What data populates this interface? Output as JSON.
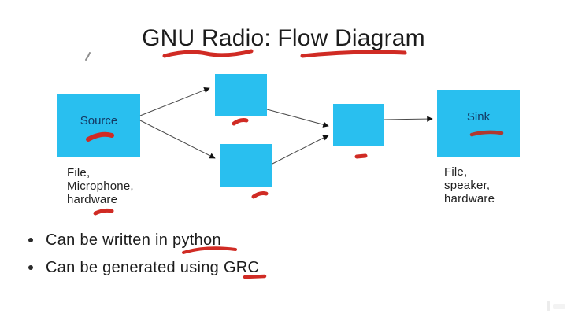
{
  "slide": {
    "title": "GNU Radio: Flow Diagram",
    "nodes": {
      "source": "Source",
      "sink": "Sink"
    },
    "source_caption": [
      "File,",
      "Microphone,",
      "hardware"
    ],
    "sink_caption": [
      "File,",
      "speaker,",
      "hardware"
    ],
    "bullets": [
      "Can be written in python",
      "Can be generated using GRC"
    ],
    "annotations": {
      "underlined_title_words": [
        "Radio",
        "Diagram"
      ],
      "underlined_bullet_words": [
        "python",
        "GRC"
      ]
    },
    "colors": {
      "node_fill": "#29bfef",
      "marker_red": "#d02b24",
      "marker_red_dark": "#b03830",
      "node_label": "#143a64",
      "text": "#1c1c1c",
      "connector": "#4a4a4a"
    }
  }
}
